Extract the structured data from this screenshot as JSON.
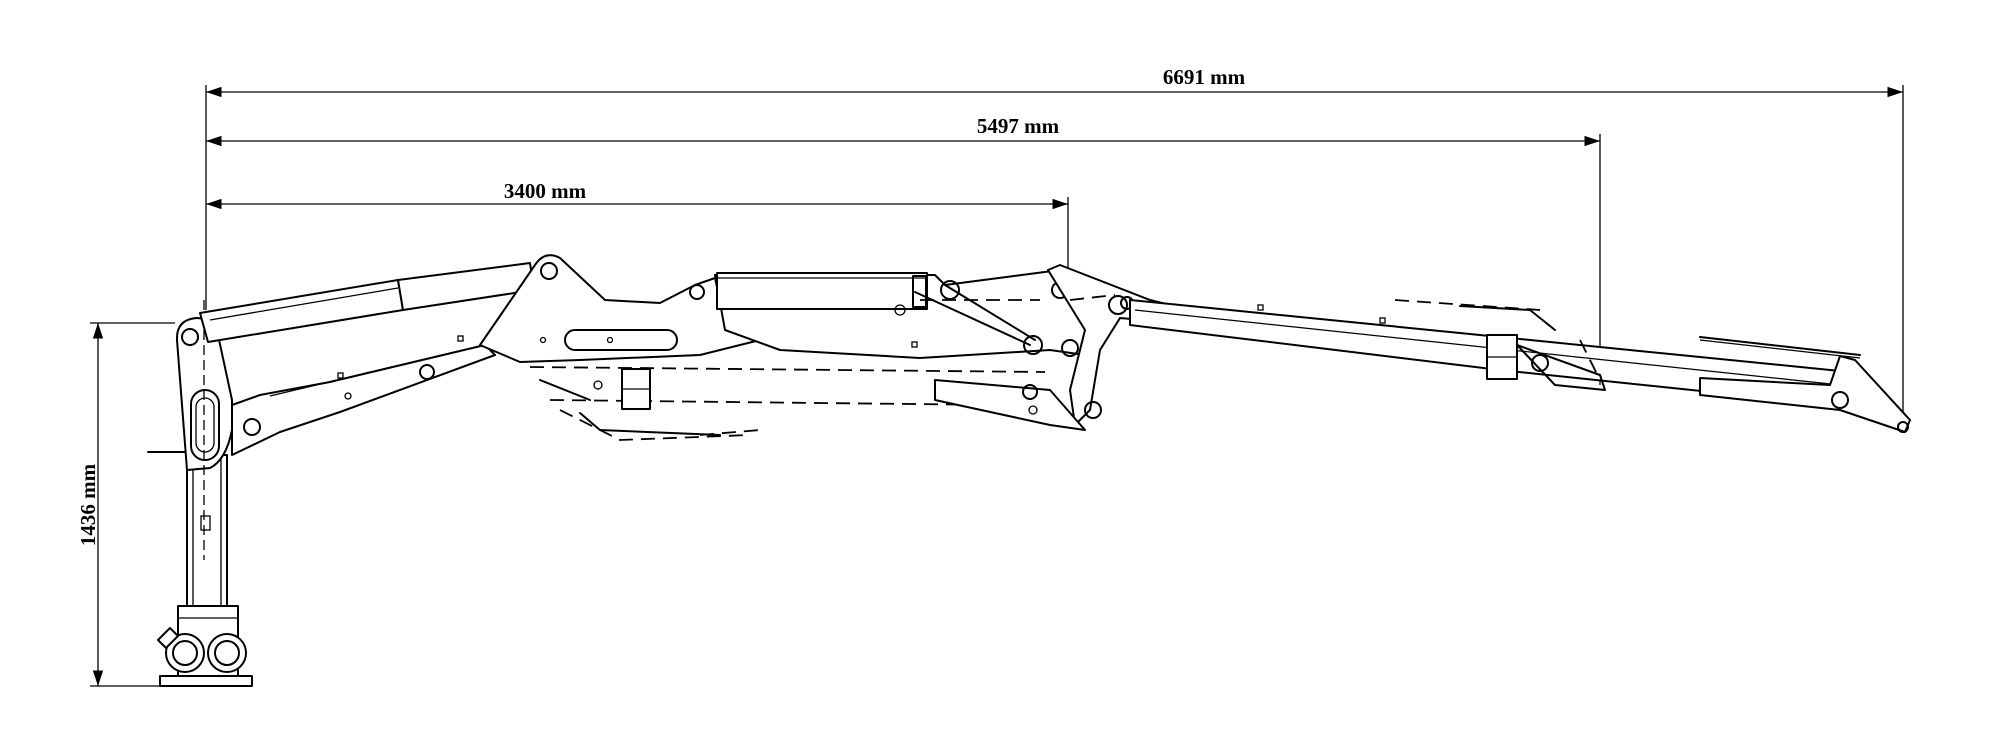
{
  "dimensions": {
    "overall_reach": "6691 mm",
    "second_reach": "5497 mm",
    "third_reach": "3400 mm",
    "column_height": "1436 mm"
  }
}
